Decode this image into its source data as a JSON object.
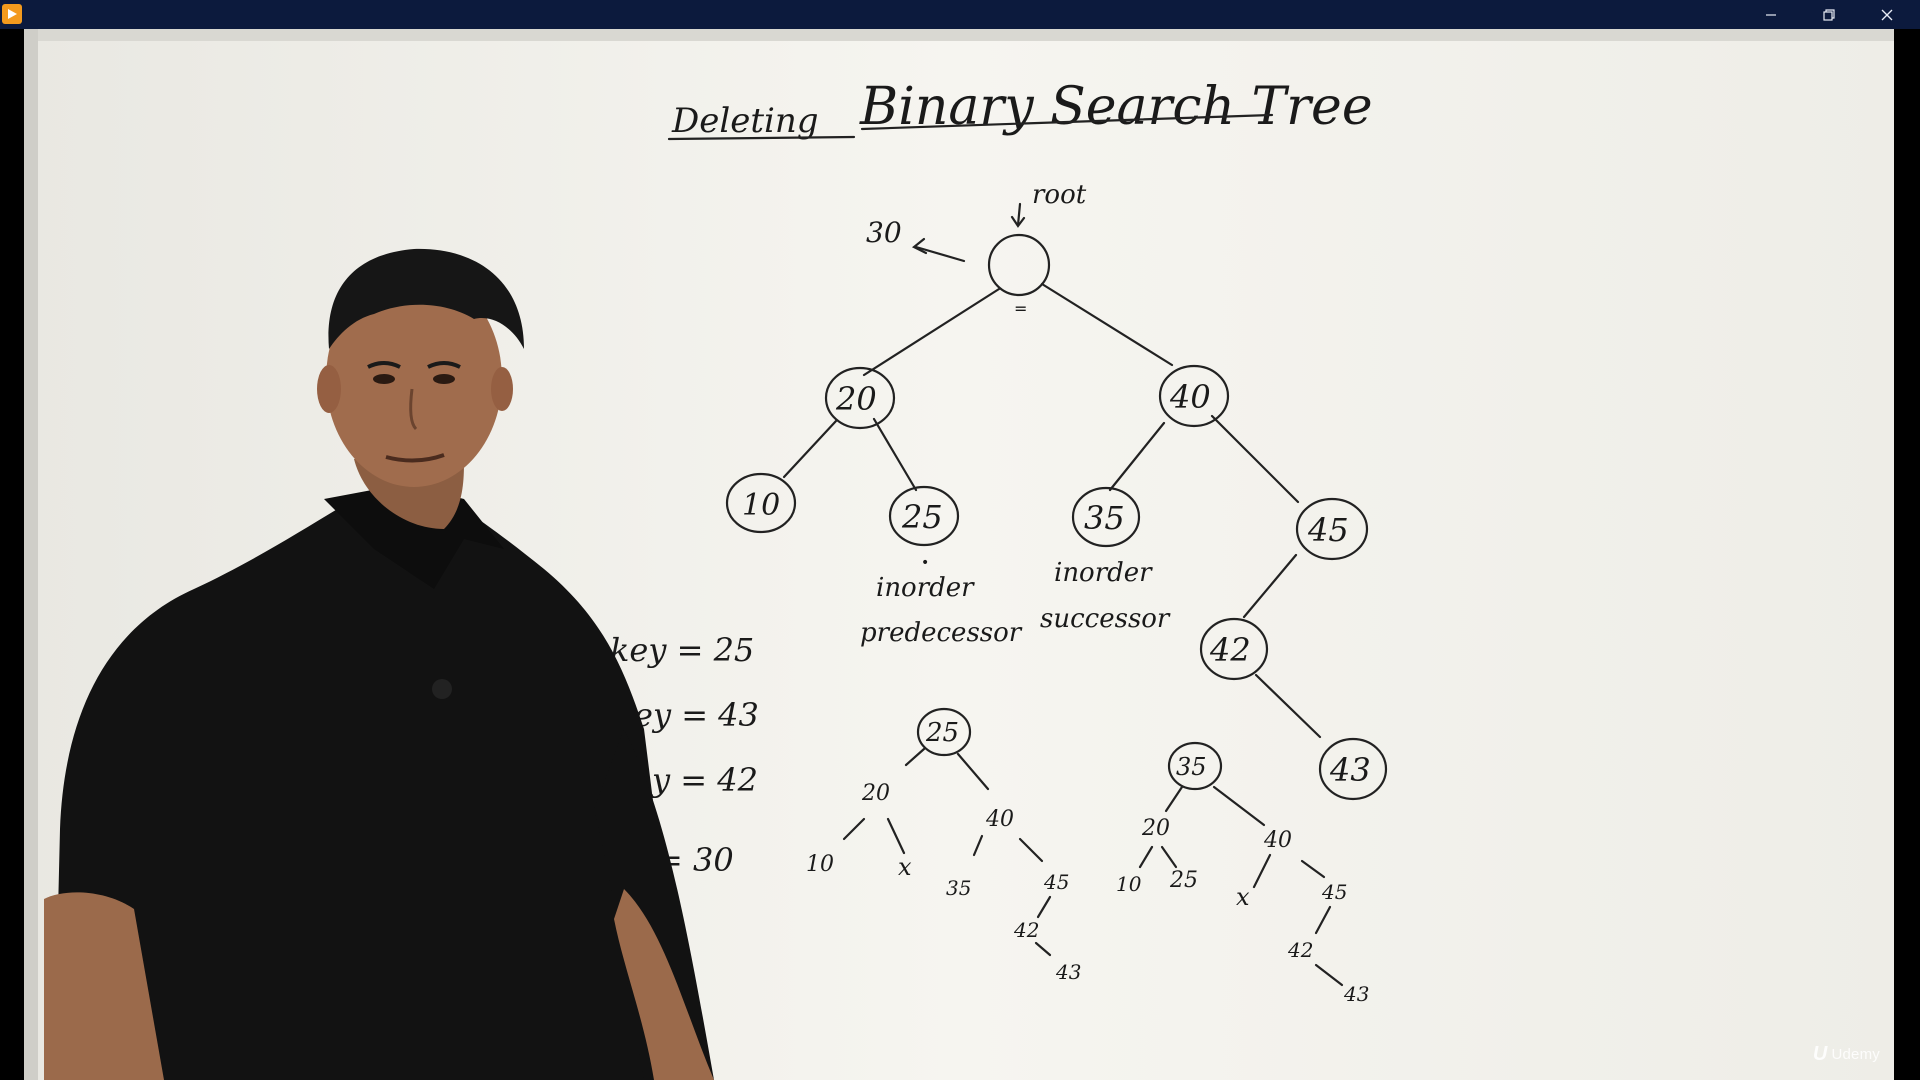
{
  "window": {
    "minimize_glyph": "minimize-icon",
    "maximize_glyph": "restore-icon",
    "close_glyph": "close-icon",
    "accent": "#0c1a3d",
    "app_icon_color": "#f39a1e"
  },
  "board": {
    "title_prefix": "Deleting",
    "title": "Binary Search Tree",
    "root_label": "root",
    "root_old_value": "30",
    "main_tree": {
      "nodes": [
        "20",
        "40",
        "10",
        "25",
        "35",
        "45",
        "42",
        "43"
      ]
    },
    "label_inorder_pred_1": "inorder",
    "label_inorder_pred_2": "predecessor",
    "label_inorder_succ_1": "inorder",
    "label_inorder_succ_2": "successor",
    "keys": [
      "key = 25",
      "ey = 43",
      "y = 42",
      "= 30"
    ],
    "pred_tree": {
      "root": "25",
      "nodes": [
        "20",
        "40",
        "10",
        "x",
        "35",
        "45",
        "42",
        "43"
      ]
    },
    "succ_tree": {
      "root": "35",
      "nodes": [
        "20",
        "40",
        "10",
        "25",
        "x",
        "45",
        "42",
        "43"
      ]
    }
  },
  "watermark": {
    "text": "Udemy"
  }
}
